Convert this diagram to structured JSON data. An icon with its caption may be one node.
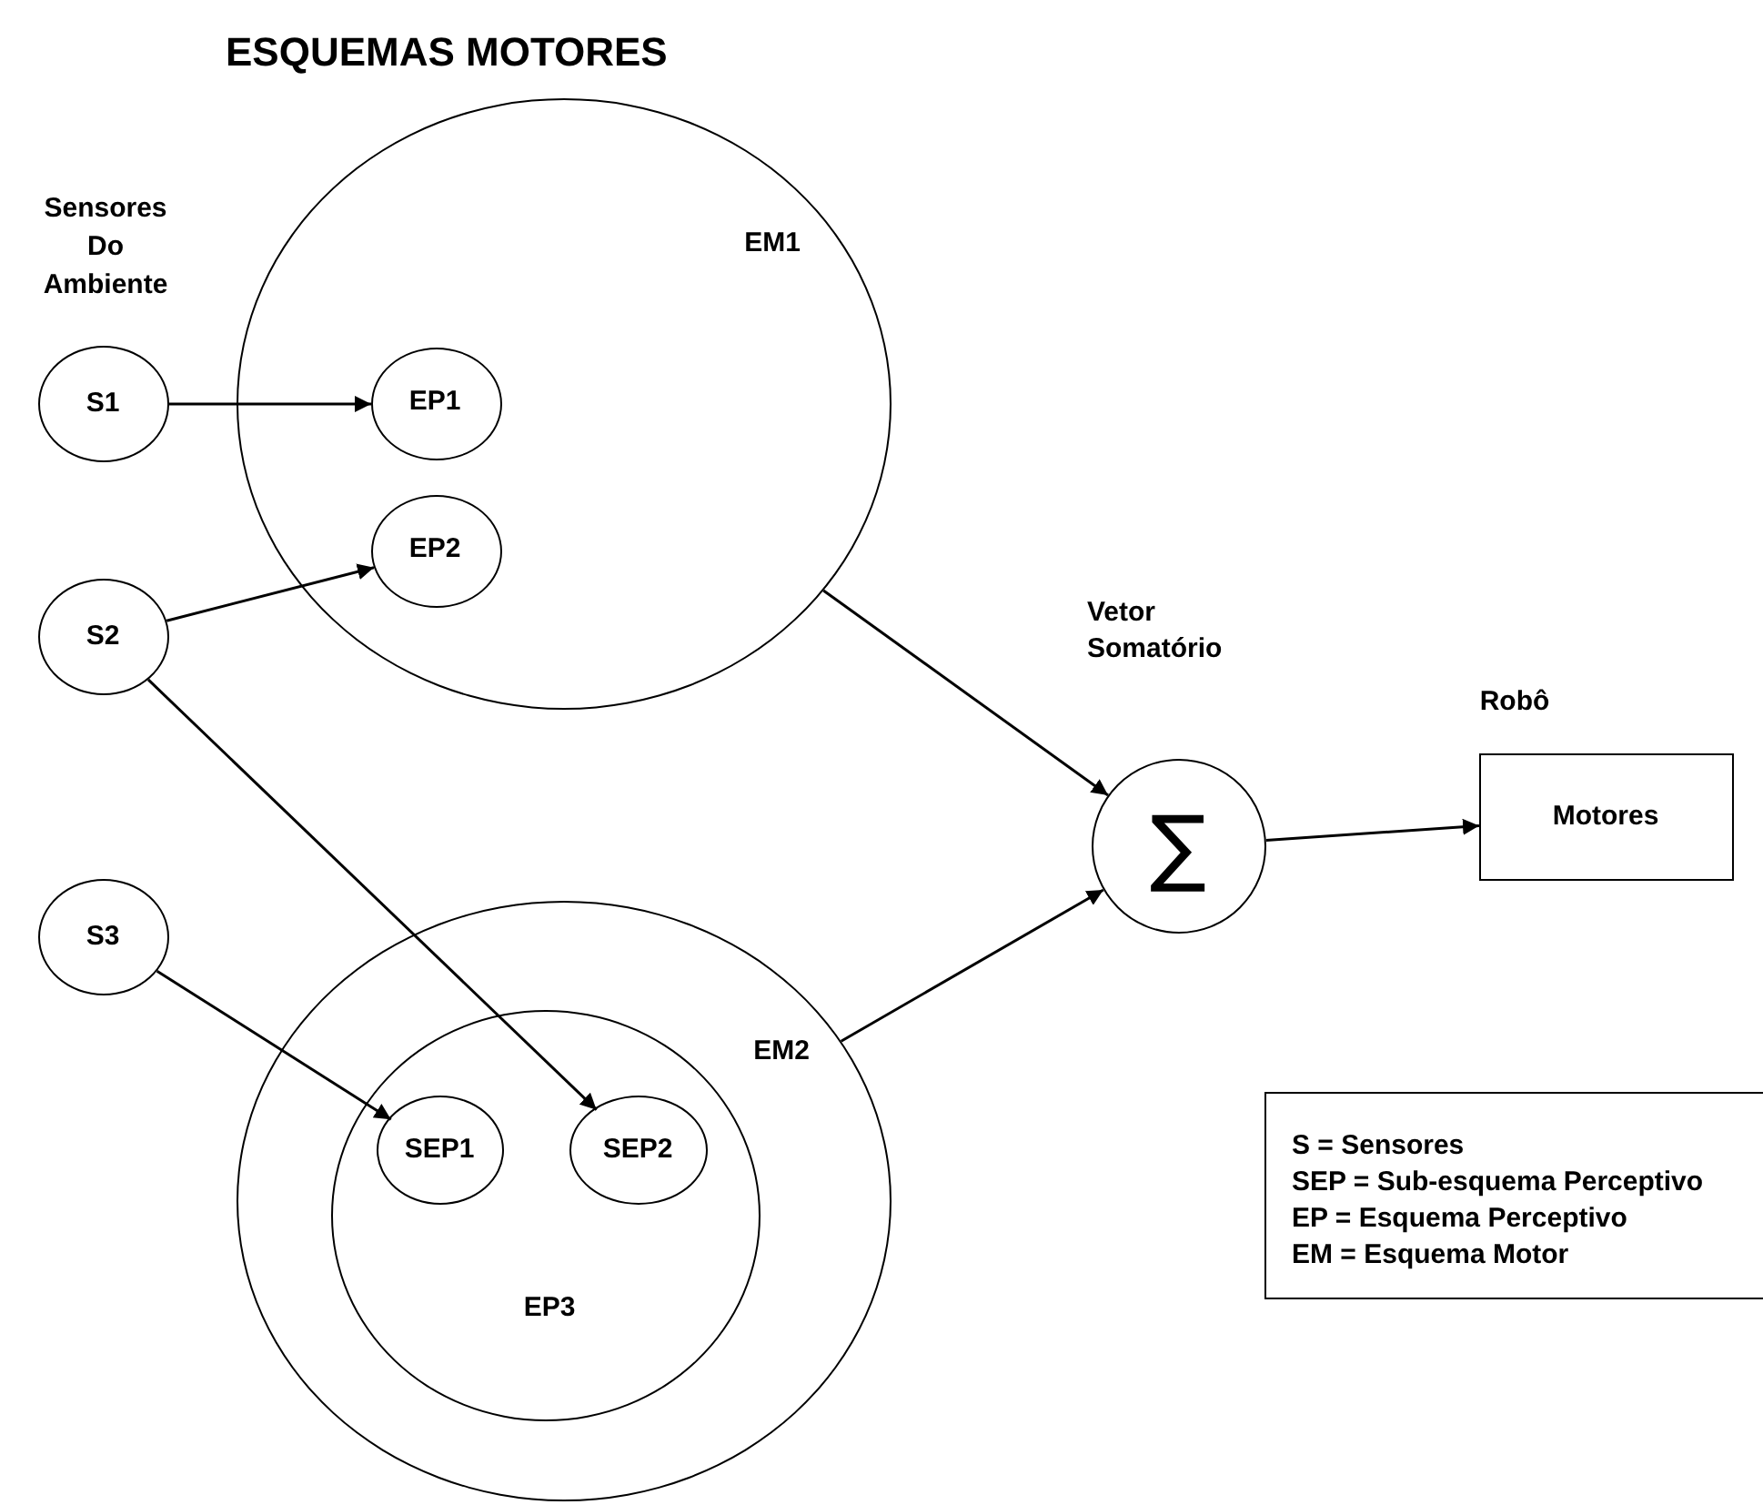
{
  "diagram": {
    "title": "ESQUEMAS MOTORES",
    "nodes": [
      {
        "text": [
          "S1"
        ]
      },
      {
        "text": [
          "EM1"
        ]
      },
      {
        "text": [
          "EP1"
        ],
        "in": 1
      },
      {
        "text": [
          "EP2"
        ],
        "in": 1
      },
      {
        "text": [
          "S2"
        ]
      },
      {
        "text": [
          "S3"
        ]
      },
      {
        "text": [
          "EM2"
        ]
      },
      {
        "text": [
          "EP3"
        ],
        "in": 6
      },
      {
        "text": [
          "SEP1"
        ],
        "in": 7
      },
      {
        "text": [
          "SEP2"
        ],
        "in": 7
      },
      {
        "text": [
          "Vetor Somatório",
          "∑"
        ]
      },
      {
        "text": [
          "Robô",
          "Motores"
        ]
      }
    ],
    "edges": [
      {
        "from": 0,
        "to": 2,
        "arrow": "to"
      },
      {
        "from": 4,
        "to": 3,
        "arrow": "to"
      },
      {
        "from": 4,
        "to": 9,
        "arrow": "to"
      },
      {
        "from": 5,
        "to": 8,
        "arrow": "to"
      },
      {
        "from": 1,
        "to": 10,
        "arrow": "to"
      },
      {
        "from": 6,
        "to": 10,
        "arrow": "to"
      },
      {
        "from": 10,
        "to": 11,
        "arrow": "to"
      }
    ],
    "labels": [
      "Sensores Do Ambiente"
    ],
    "legend": [
      {
        "text": "S = Sensores"
      },
      {
        "text": "SEP = Sub-esquema Perceptivo"
      },
      {
        "text": "EP = Esquema Perceptivo"
      },
      {
        "text": "EM = Esquema Motor"
      }
    ]
  }
}
